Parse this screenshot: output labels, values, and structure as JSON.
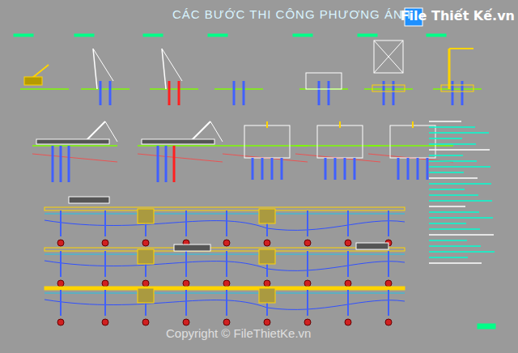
{
  "diagram": {
    "title": "CÁC BƯỚC THI CÔNG PHƯƠNG ÁN I",
    "labels": [
      "File Thiết Kế.vn",
      "Copyright © FileThietKe.vn"
    ]
  }
}
